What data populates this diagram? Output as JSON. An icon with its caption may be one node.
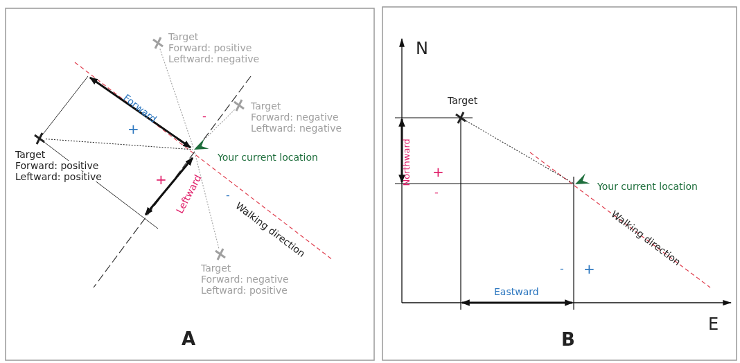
{
  "diagram": {
    "nodes": [
      {
        "text": [],
        "shape": "arrowhead",
        "beside": [
          "Your current location"
        ]
      },
      {
        "text": [],
        "shape": "cross",
        "beside": [
          "Target",
          "Forward: positive",
          "Leftward: negative"
        ]
      },
      {
        "text": [],
        "shape": "cross",
        "beside": [
          "Target",
          "Forward: negative",
          "Leftward: negative"
        ]
      },
      {
        "text": [],
        "shape": "cross",
        "beside": [
          "Target",
          "Forward: positive",
          "Leftward: positive"
        ]
      },
      {
        "text": [],
        "shape": "cross",
        "beside": [
          "Target",
          "Forward: negative",
          "Leftward: positive"
        ]
      },
      {
        "text": [],
        "shape": "cross",
        "beside": [
          "Target"
        ]
      },
      {
        "text": [],
        "shape": "arrowhead",
        "beside": [
          "Your current location"
        ]
      }
    ],
    "edges": [
      {
        "from": 1,
        "to": 0,
        "arrow": "none",
        "style": "dashed"
      },
      {
        "from": 2,
        "to": 0,
        "arrow": "none",
        "style": "dashed"
      },
      {
        "from": 3,
        "to": 0,
        "arrow": "none",
        "style": "dashed",
        "color": "#333333"
      },
      {
        "from": 4,
        "to": 0,
        "arrow": "none",
        "style": "dashed"
      },
      {
        "from": 5,
        "to": 6,
        "arrow": "none",
        "style": "dashed",
        "color": "#333333"
      }
    ],
    "labels": [
      "Forward",
      "+",
      "-",
      "+",
      "Leftward",
      "-",
      "Walking direction",
      "A",
      "N",
      "Northward",
      "+",
      "-",
      "Walking direction",
      "-",
      "+",
      "Eastward",
      "E",
      "B"
    ]
  }
}
